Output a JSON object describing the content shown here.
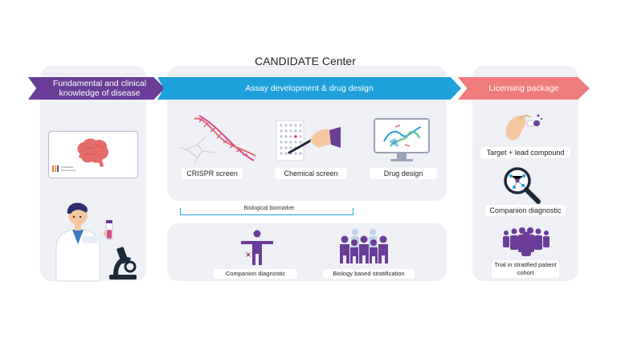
{
  "center_title": "CANDIDATE Center",
  "arrows": {
    "left": "Fundamental and clinical knowledge of disease",
    "middle": "Assay development & drug design",
    "right": "Licensing package"
  },
  "left_panel": {
    "monitor_logo_text": "Amsterdam Neuroscience"
  },
  "assay_row": {
    "crispr": "CRISPR screen",
    "chemical": "Chemical screen",
    "drug_design": "Drug design"
  },
  "biomarker_label": "Biological biomarker",
  "biomarker_row": {
    "companion": "Companion diagnostic",
    "stratification": "Biology based stratification"
  },
  "licensing": {
    "compound": "Target + lead compound",
    "companion": "Companion diagnostic",
    "trial": "Trial in stratified patient cohort"
  },
  "colors": {
    "purple": "#6a3d98",
    "blue": "#1fa1dc",
    "coral": "#ee7c7d",
    "panel": "#eef0f6"
  }
}
